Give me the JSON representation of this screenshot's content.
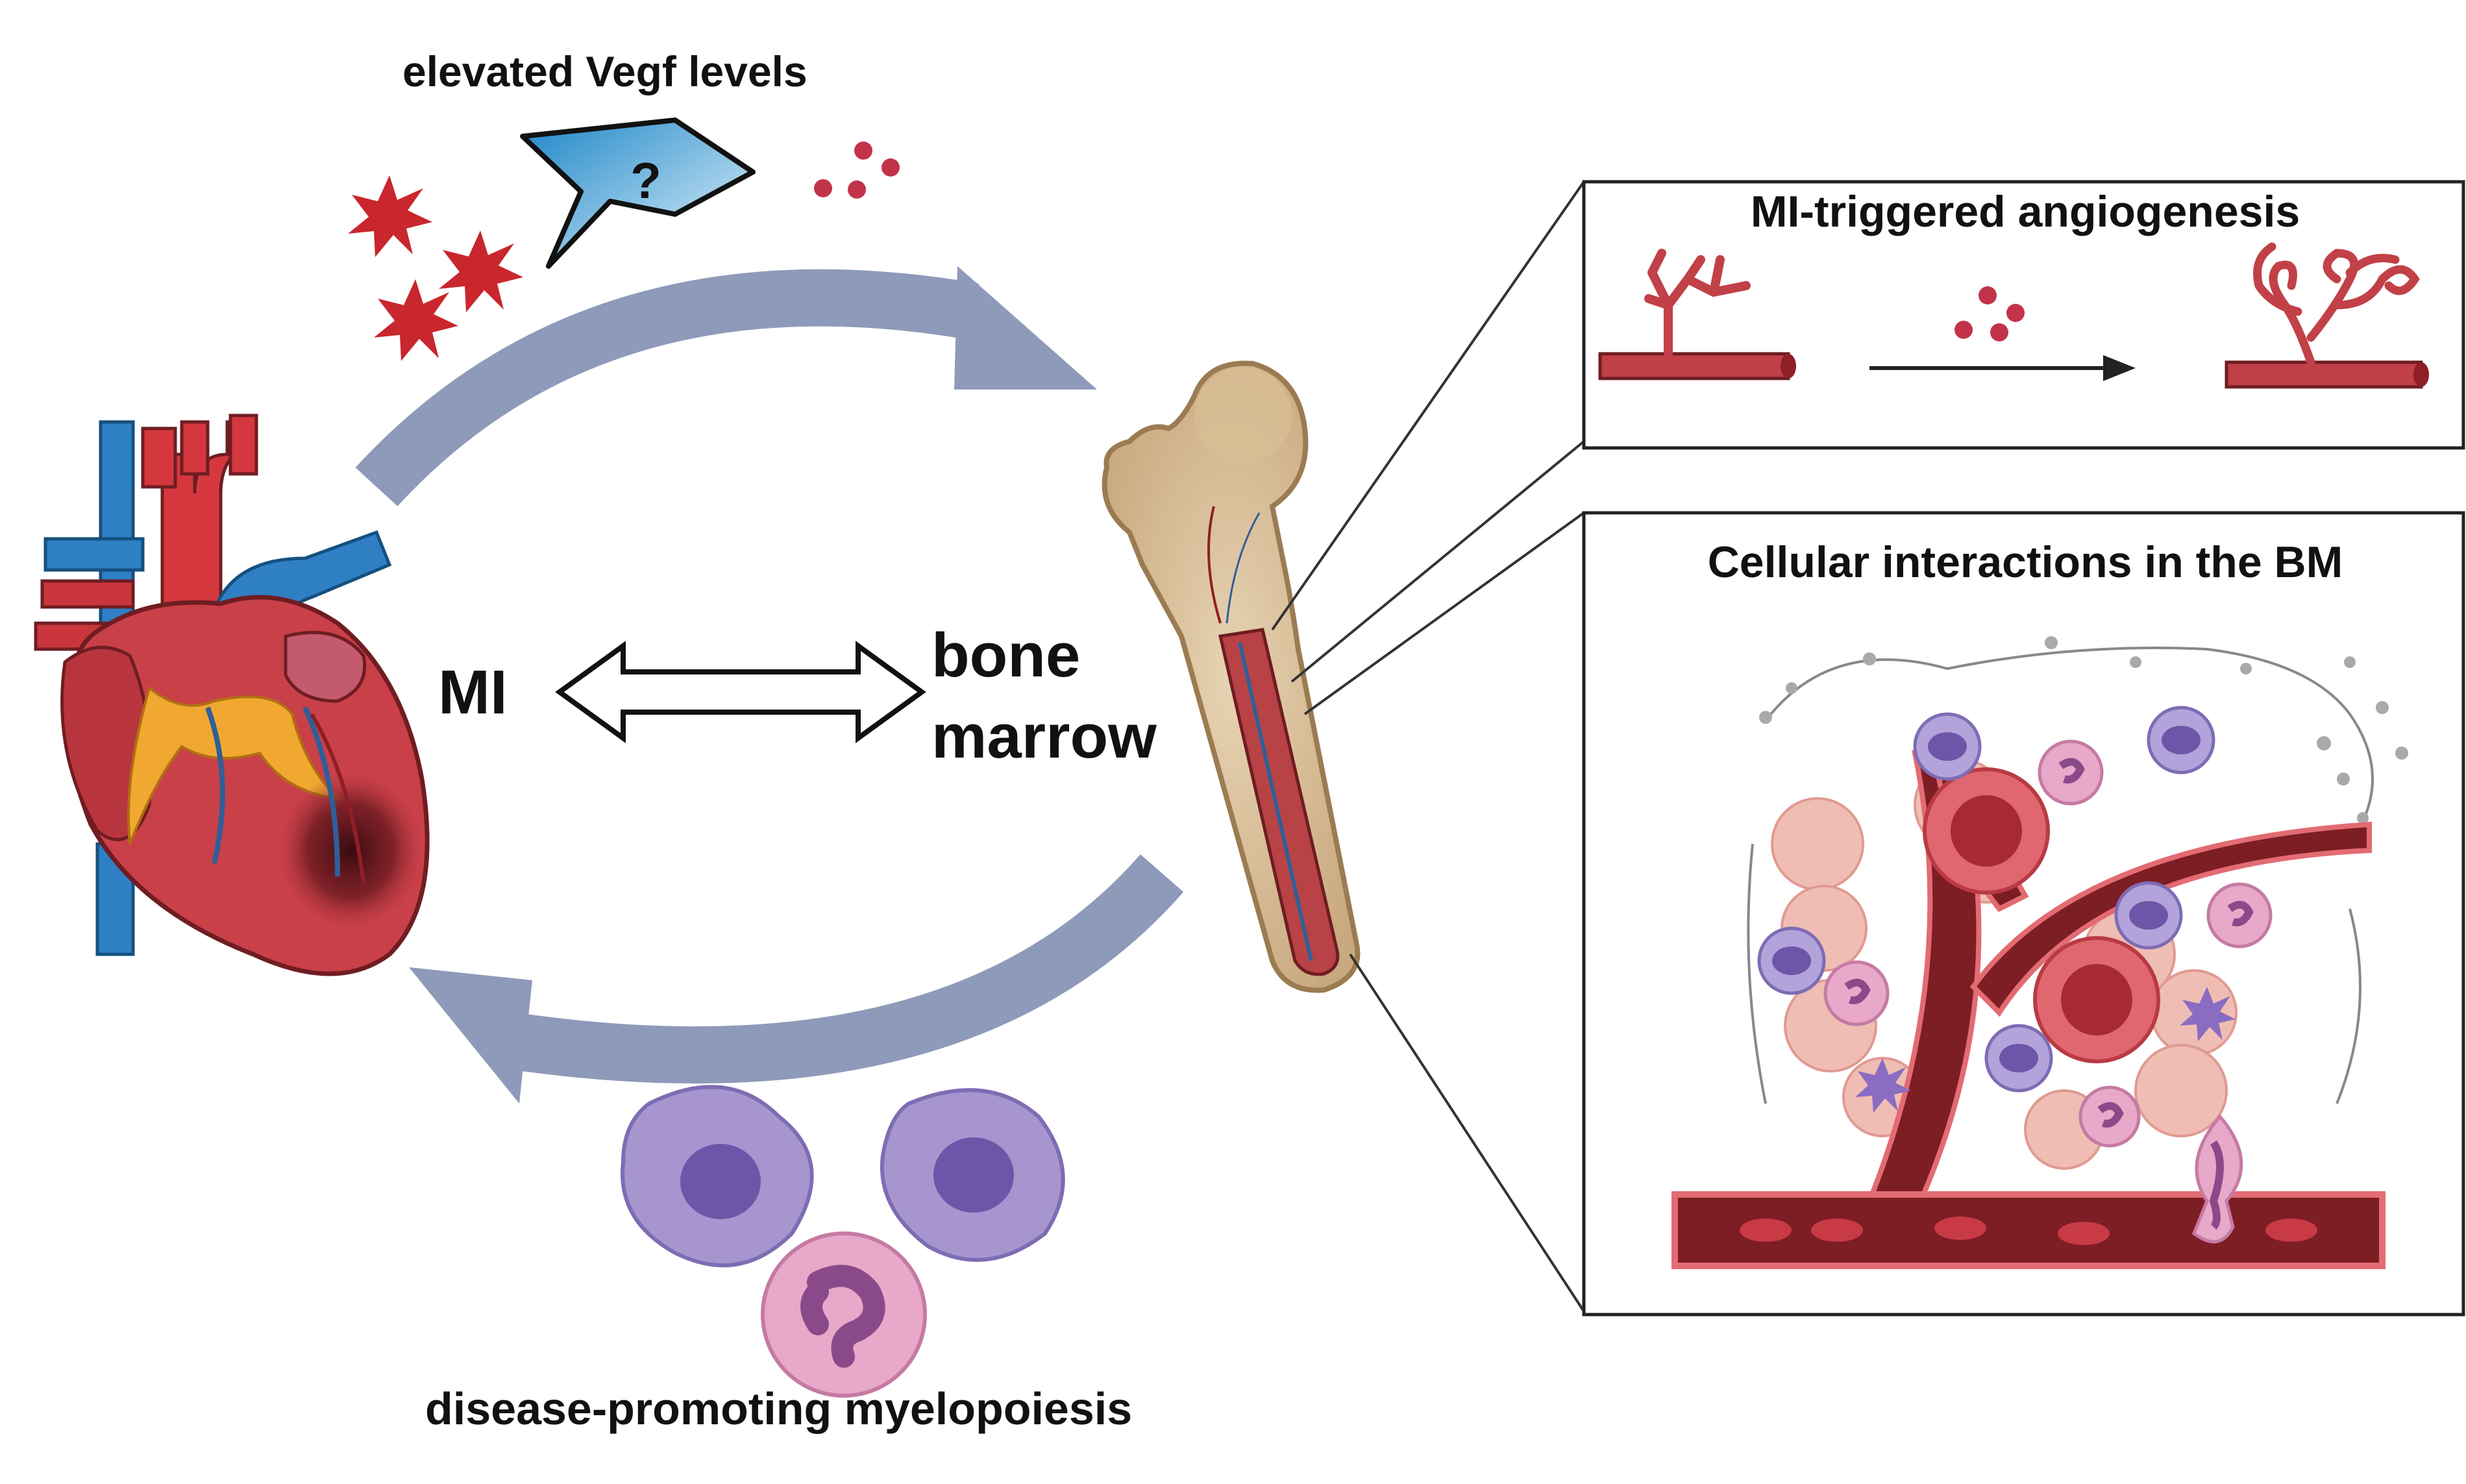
{
  "labels": {
    "top": "elevated Vegf levels",
    "bottom": "disease-promoting myelopoiesis",
    "question": "?",
    "mi": "MI",
    "bone_marrow_line1": "bone",
    "bone_marrow_line2": "marrow",
    "angiogenesis_title": "MI-triggered angiogenesis",
    "cellular_title": "Cellular interactions in the BM"
  },
  "icons": {
    "heart": "heart-icon",
    "femur": "femur-icon",
    "platelets": "platelet-icon",
    "receptor": "receptor-icon",
    "vegf": "vegf-particle-icon",
    "myeloid": "myeloid-cell-icon",
    "vessel": "vessel-icon"
  },
  "colors": {
    "arrow": "#8e9ab9",
    "red": "#c2323a",
    "dark_red": "#7d1d24",
    "cyan_a": "#2f8fc9",
    "cyan_b": "#e3f4fb",
    "bone": "#dcc4a3",
    "monocyte": "#a695cf",
    "neutrophil": "#e8a8c9",
    "text": "#111111"
  }
}
